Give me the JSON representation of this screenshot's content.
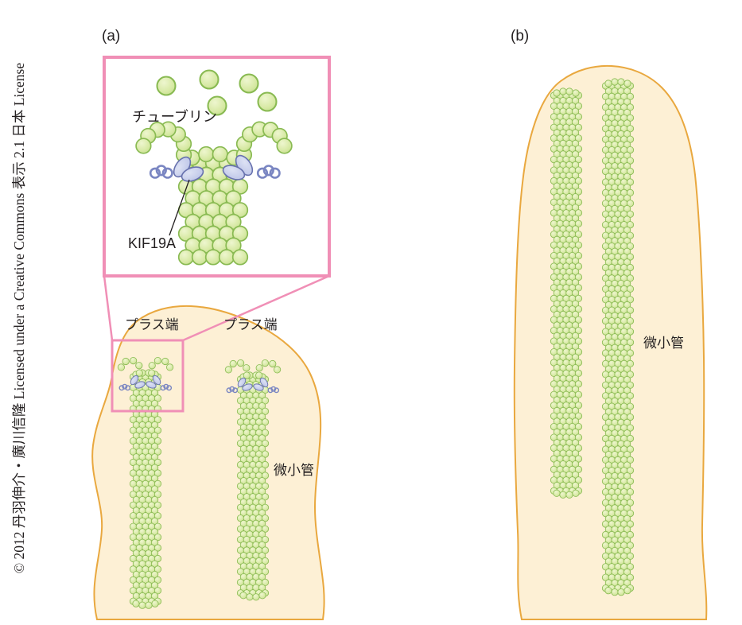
{
  "copyright": "© 2012 丹羽伸介・廣川信隆 Licensed under a Creative Commons 表示 2.1 日本 License",
  "panels": {
    "a": {
      "label": "(a)",
      "inset": {
        "tubulin_label": "チューブリン",
        "kif19a_label": "KIF19A"
      },
      "plus_end_left": "プラス端",
      "plus_end_right": "プラス端",
      "microtubule_label": "微小管"
    },
    "b": {
      "label": "(b)",
      "microtubule_label": "微小管"
    }
  },
  "colors": {
    "tubulin_fill": "#d7e9a4",
    "tubulin_highlight": "#eef6cf",
    "tubulin_shadow": "#c1dc8b",
    "tubulin_stroke": "#89ba52",
    "kif_fill": "#b9c1e6",
    "kif_highlight": "#dde2f4",
    "kif_stroke": "#6872ae",
    "coil_stroke": "#7a86c2",
    "cell_fill": "#fdf0d5",
    "cell_stroke": "#e9a83f",
    "inset_border": "#f08fb6",
    "label_color": "#231f20"
  }
}
